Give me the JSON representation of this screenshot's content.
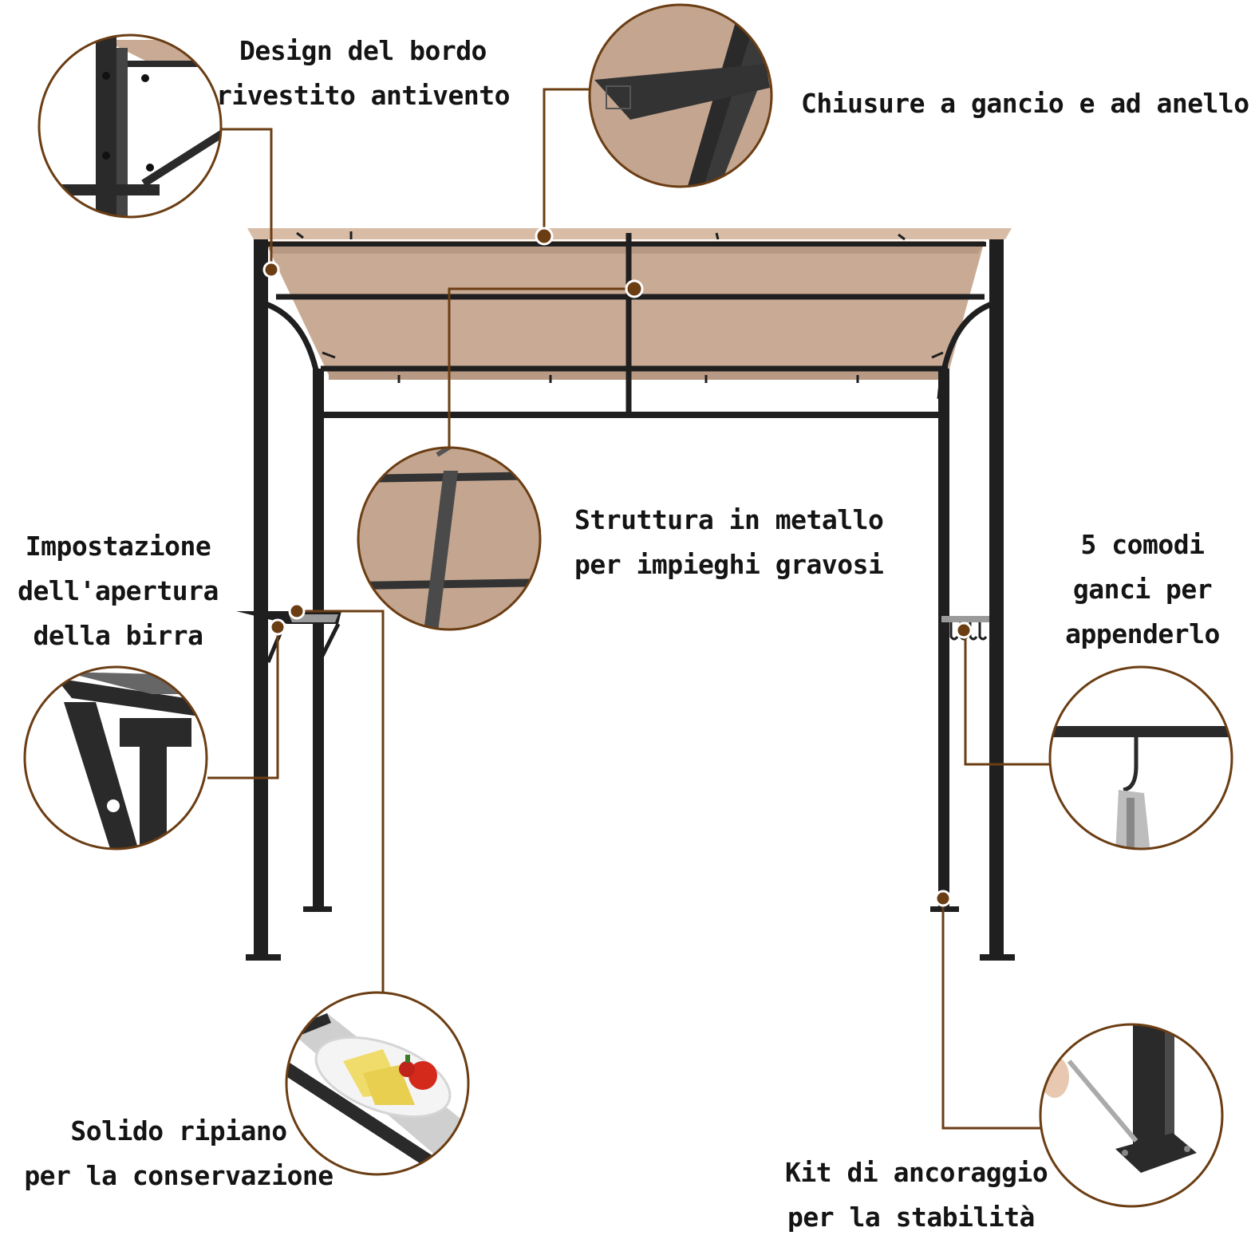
{
  "colors": {
    "frame": "#1f1f1f",
    "canopy": "#c9ab95",
    "canopy_dark": "#b89a84",
    "leader": "#6b3d13",
    "circle_border": "#6b3d13",
    "text": "#141414"
  },
  "callouts": {
    "edge_design": {
      "lines": [
        "Design del bordo",
        "rivestito antivento"
      ],
      "icon": "frame-corner-closeup-icon"
    },
    "hook_loop": {
      "lines": [
        "Chiusure a gancio e ad anello"
      ],
      "icon": "velcro-strap-closeup-icon"
    },
    "metal_structure": {
      "lines": [
        "Struttura in metallo",
        "per impieghi gravosi"
      ],
      "icon": "metal-frame-closeup-icon"
    },
    "bottle_opener": {
      "lines": [
        "Impostazione",
        "dell'apertura",
        "della birra"
      ],
      "icon": "bottle-opener-closeup-icon"
    },
    "hooks": {
      "lines": [
        "5 comodi",
        "ganci per",
        "appenderlo"
      ],
      "icon": "hanging-hook-closeup-icon"
    },
    "shelf": {
      "lines": [
        "Solido ripiano",
        "per la conservazione"
      ],
      "icon": "shelf-with-food-closeup-icon"
    },
    "anchor_kit": {
      "lines": [
        "Kit di ancoraggio",
        "per la stabilità"
      ],
      "icon": "anchor-plate-closeup-icon"
    }
  }
}
